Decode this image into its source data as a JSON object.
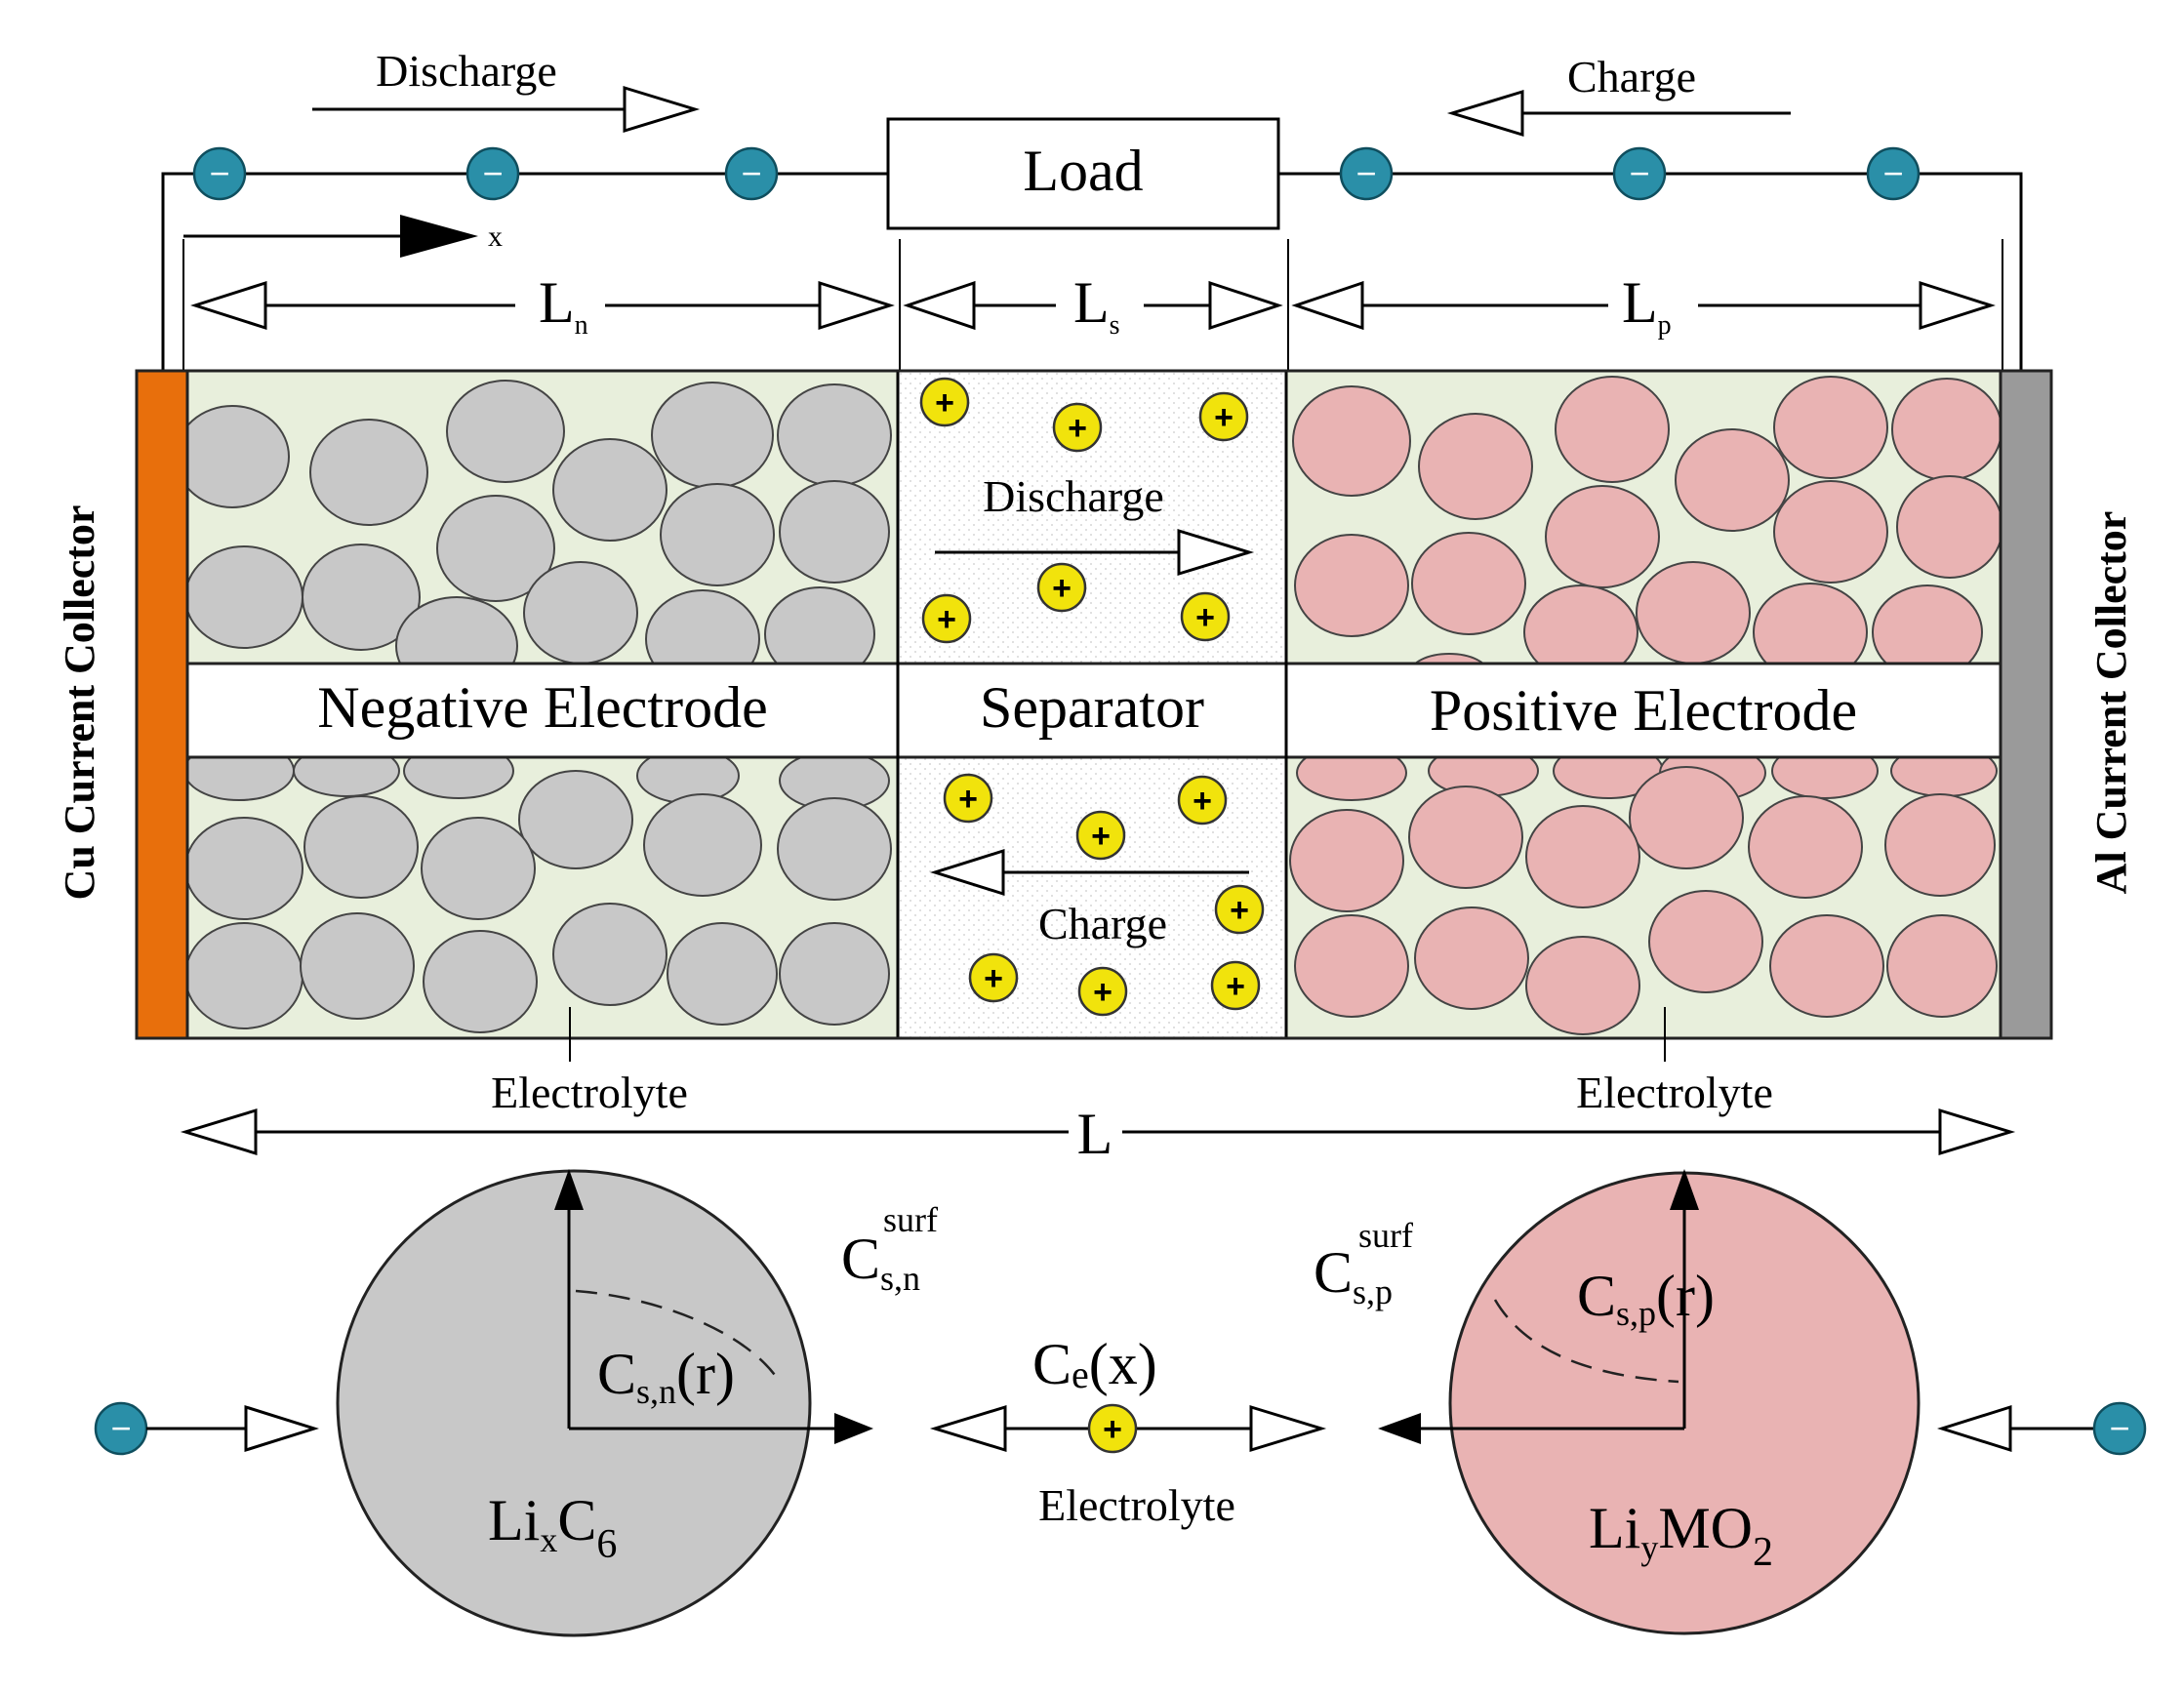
{
  "top": {
    "discharge_label": "Discharge",
    "charge_label": "Charge",
    "load_label": "Load",
    "x_label": "x"
  },
  "dimensions": {
    "ln_main": "L",
    "ln_sub": "n",
    "ls_main": "L",
    "ls_sub": "s",
    "lp_main": "L",
    "lp_sub": "p",
    "total": "L"
  },
  "cell": {
    "negative_label": "Negative Electrode",
    "separator_label": "Separator",
    "positive_label": "Positive Electrode",
    "separator_discharge": "Discharge",
    "separator_charge": "Charge",
    "electrolyte_left": "Electrolyte",
    "electrolyte_right": "Electrolyte",
    "cu_collector": "Cu Current Collector",
    "al_collector": "Al Current Collector"
  },
  "particles": {
    "neg_surf_main": "C",
    "neg_surf_sub": "s,n",
    "neg_surf_sup": "surf",
    "neg_r_main": "C",
    "neg_r_sub": "s,n",
    "neg_r_tail": "(r)",
    "neg_formula_a": "Li",
    "neg_formula_x": "x",
    "neg_formula_b": "C",
    "neg_formula_6": "6",
    "pos_surf_main": "C",
    "pos_surf_sub": "s,p",
    "pos_surf_sup": "surf",
    "pos_r_main": "C",
    "pos_r_sub": "s,p",
    "pos_r_tail": "(r)",
    "pos_formula_a": "Li",
    "pos_formula_y": "y",
    "pos_formula_b": "MO",
    "pos_formula_2": "2",
    "ce_main": "C",
    "ce_sub": "e",
    "ce_tail": "(x)",
    "electrolyte_label": "Electrolyte"
  },
  "symbols": {
    "plus": "+",
    "minus": "−"
  },
  "colors": {
    "copper": "#e86f0c",
    "aluminum": "#9a9a9a",
    "electrode_bg": "#e8efdc",
    "negative_particle": "#c8c8c8",
    "positive_particle": "#e9b3b3",
    "ion": "#f1e30c",
    "electron": "#2a8fa8"
  }
}
